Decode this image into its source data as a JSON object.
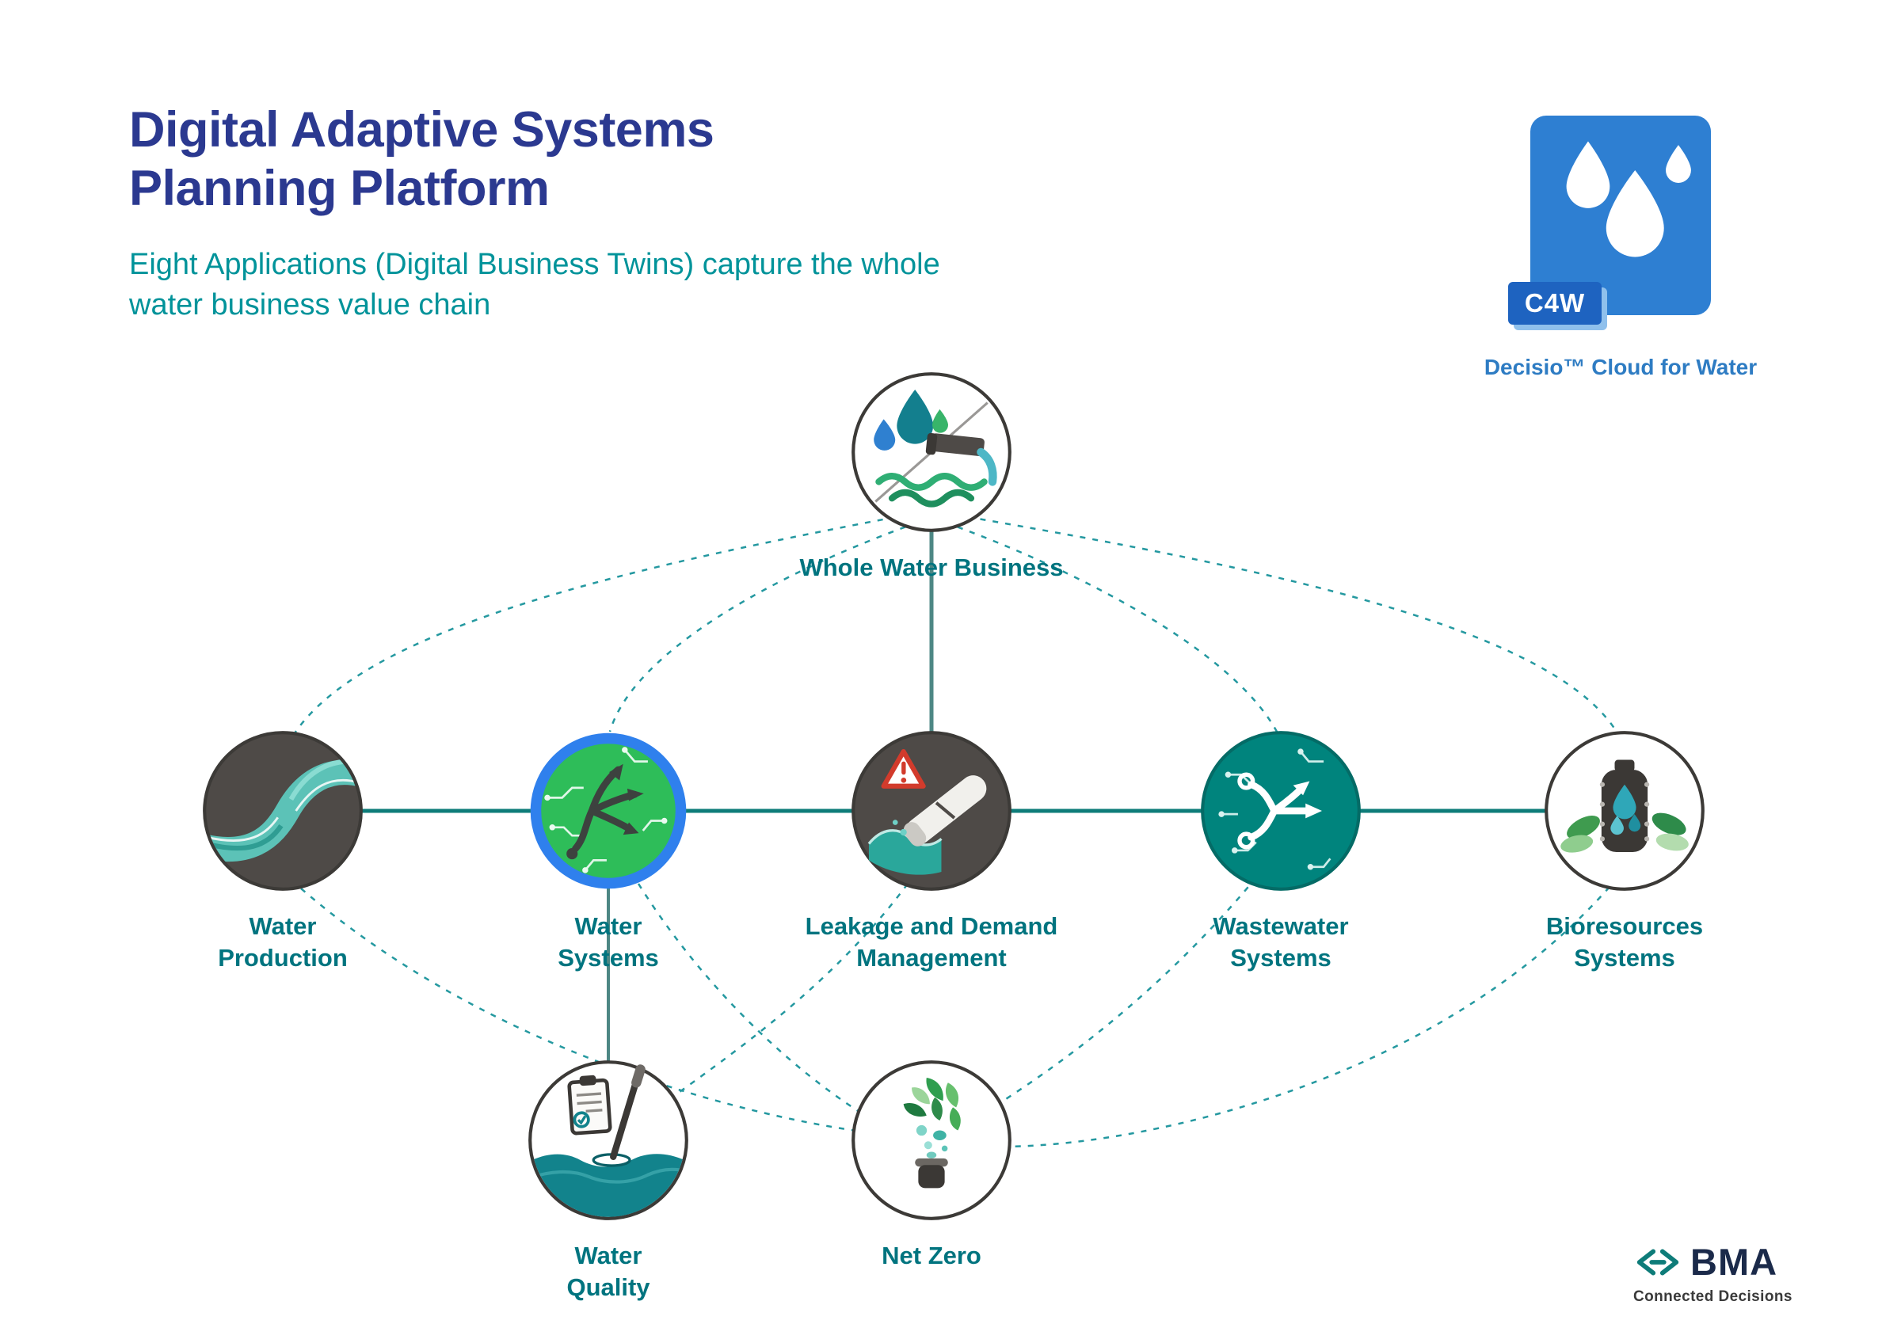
{
  "header": {
    "title": "Digital Adaptive Systems\nPlanning Platform",
    "subtitle": "Eight Applications (Digital Business Twins) capture the whole\nwater business value chain"
  },
  "branding": {
    "product_badge": "C4W",
    "product_name": "Decisio™ Cloud for Water",
    "company_name": "BMA",
    "company_tagline": "Connected Decisions"
  },
  "nodes": [
    {
      "id": "whole-water-business",
      "label": "Whole Water Business"
    },
    {
      "id": "water-production",
      "label": "Water\nProduction"
    },
    {
      "id": "water-systems",
      "label": "Water\nSystems",
      "highlighted": true
    },
    {
      "id": "leakage-and-demand-management",
      "label": "Leakage and Demand\nManagement"
    },
    {
      "id": "wastewater-systems",
      "label": "Wastewater\nSystems"
    },
    {
      "id": "bioresources-systems",
      "label": "Bioresources\nSystems"
    },
    {
      "id": "water-quality",
      "label": "Water\nQuality"
    },
    {
      "id": "net-zero",
      "label": "Net Zero"
    }
  ],
  "colors": {
    "title_navy": "#2b3990",
    "subtitle_teal": "#00939a",
    "node_label_teal": "#00747f",
    "connector_teal": "#0e7c79",
    "dashed_connector": "#19939b",
    "highlight_fill_green": "#2ebd59",
    "highlight_ring_blue": "#2f80ed",
    "dark_node": "#4e4a47",
    "teal_node": "#00847d",
    "logo_blue": "#2e7fd2",
    "badge_blue": "#1e63c0",
    "warning_red": "#d23b2c"
  }
}
